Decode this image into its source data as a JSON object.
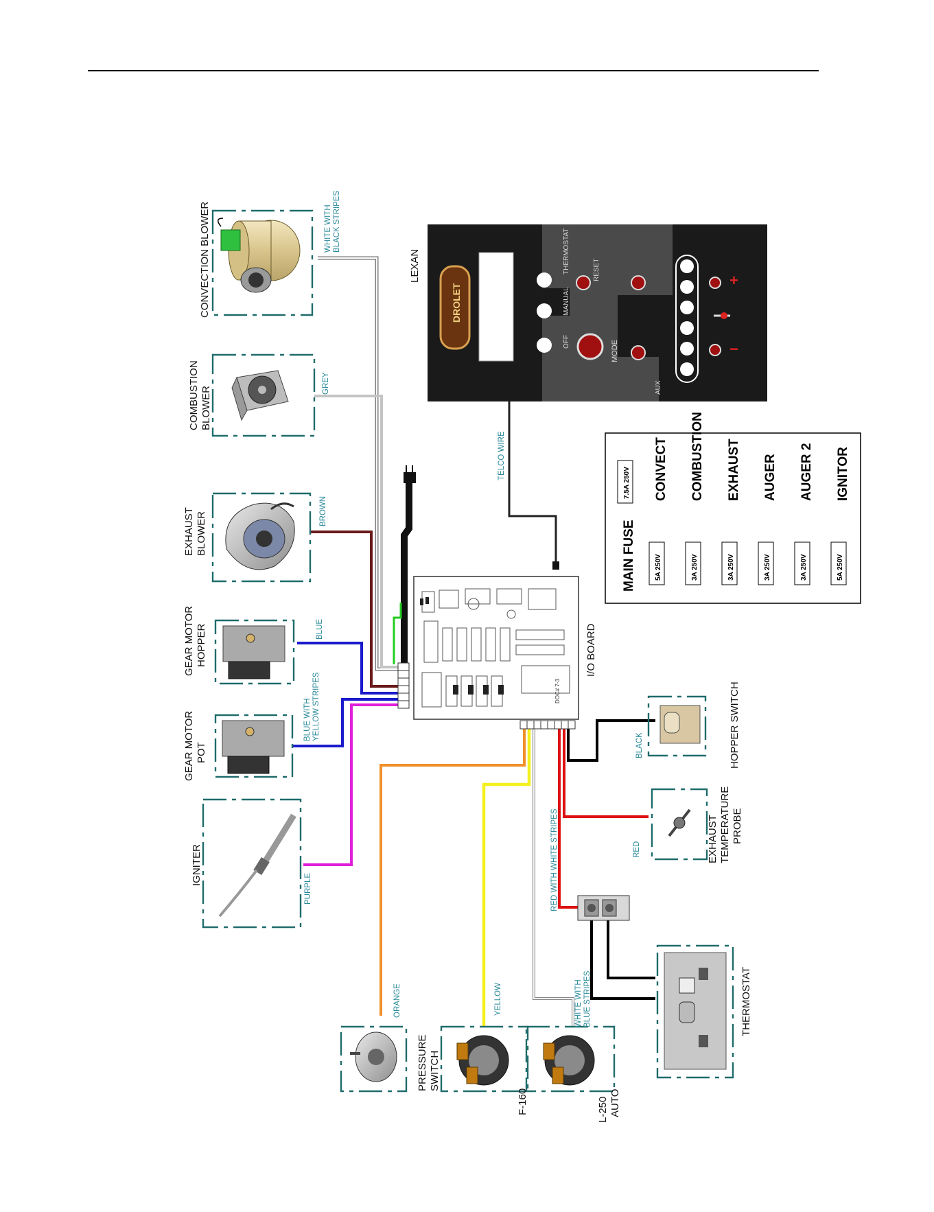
{
  "components": {
    "convection_blower": "CONVECTION BLOWER",
    "combustion_blower": [
      "COMBUSTION",
      "BLOWER"
    ],
    "exhaust_blower": [
      "EXHAUST",
      "BLOWER"
    ],
    "gear_motor_hopper": [
      "GEAR MOTOR",
      "HOPPER"
    ],
    "gear_motor_pot": [
      "GEAR MOTOR",
      "POT"
    ],
    "igniter": "IGNITER",
    "lexan": "LEXAN",
    "io_board": "I/O BOARD",
    "hopper_switch": "HOPPER SWITCH",
    "exhaust_probe": [
      "EXHAUST",
      "TEMPERATURE",
      "PROBE"
    ],
    "thermostat": "THERMOSTAT",
    "pressure_switch": [
      "PRESSURE",
      "SWITCH"
    ],
    "f160": "F-160",
    "l250": [
      "L-250",
      "AUTO"
    ]
  },
  "wires": {
    "white_black": [
      "WHITE WITH",
      "BLACK STRIPES"
    ],
    "grey": "GREY",
    "brown": "BROWN",
    "blue": "BLUE",
    "blue_yellow": [
      "BLUE WITH",
      "YELLOW STRIPES"
    ],
    "purple": "PURPLE",
    "telco": "TELCO WIRE",
    "black": "BLACK",
    "red": "RED",
    "red_white": "RED WITH WHITE STRIPES",
    "orange": "ORANGE",
    "yellow": "YELLOW",
    "white_blue": [
      "WHITE WITH",
      "BLUE STRIPES"
    ]
  },
  "wire_colors": {
    "brown": "#6b1a1a",
    "blue": "#1a1acc",
    "purple": "#e020d8",
    "orange": "#f0902a",
    "yellow": "#f5f020",
    "red": "#dd1111",
    "grey": "#c4c4c4",
    "black": "#000000",
    "green": "#22cc22"
  },
  "panel": {
    "brand": "DROLET",
    "buttons": [
      "OFF",
      "MANUAL",
      "THERMOSTAT",
      "RESET",
      "MODE",
      "AUX"
    ],
    "minus": "−",
    "plus": "+"
  },
  "fuse_chart": {
    "headers": [
      "MAIN FUSE",
      "7.5A 250V"
    ],
    "rows": [
      {
        "name": "CONVECT",
        "rating": "5A 250V"
      },
      {
        "name": "COMBUSTION",
        "rating": "3A 250V"
      },
      {
        "name": "EXHAUST",
        "rating": "3A 250V"
      },
      {
        "name": "AUGER",
        "rating": "3A 250V"
      },
      {
        "name": "AUGER 2",
        "rating": "3A 250V"
      },
      {
        "name": "IGNITOR",
        "rating": "5A 250V"
      }
    ]
  },
  "board_silk": "DOC# 7-3"
}
